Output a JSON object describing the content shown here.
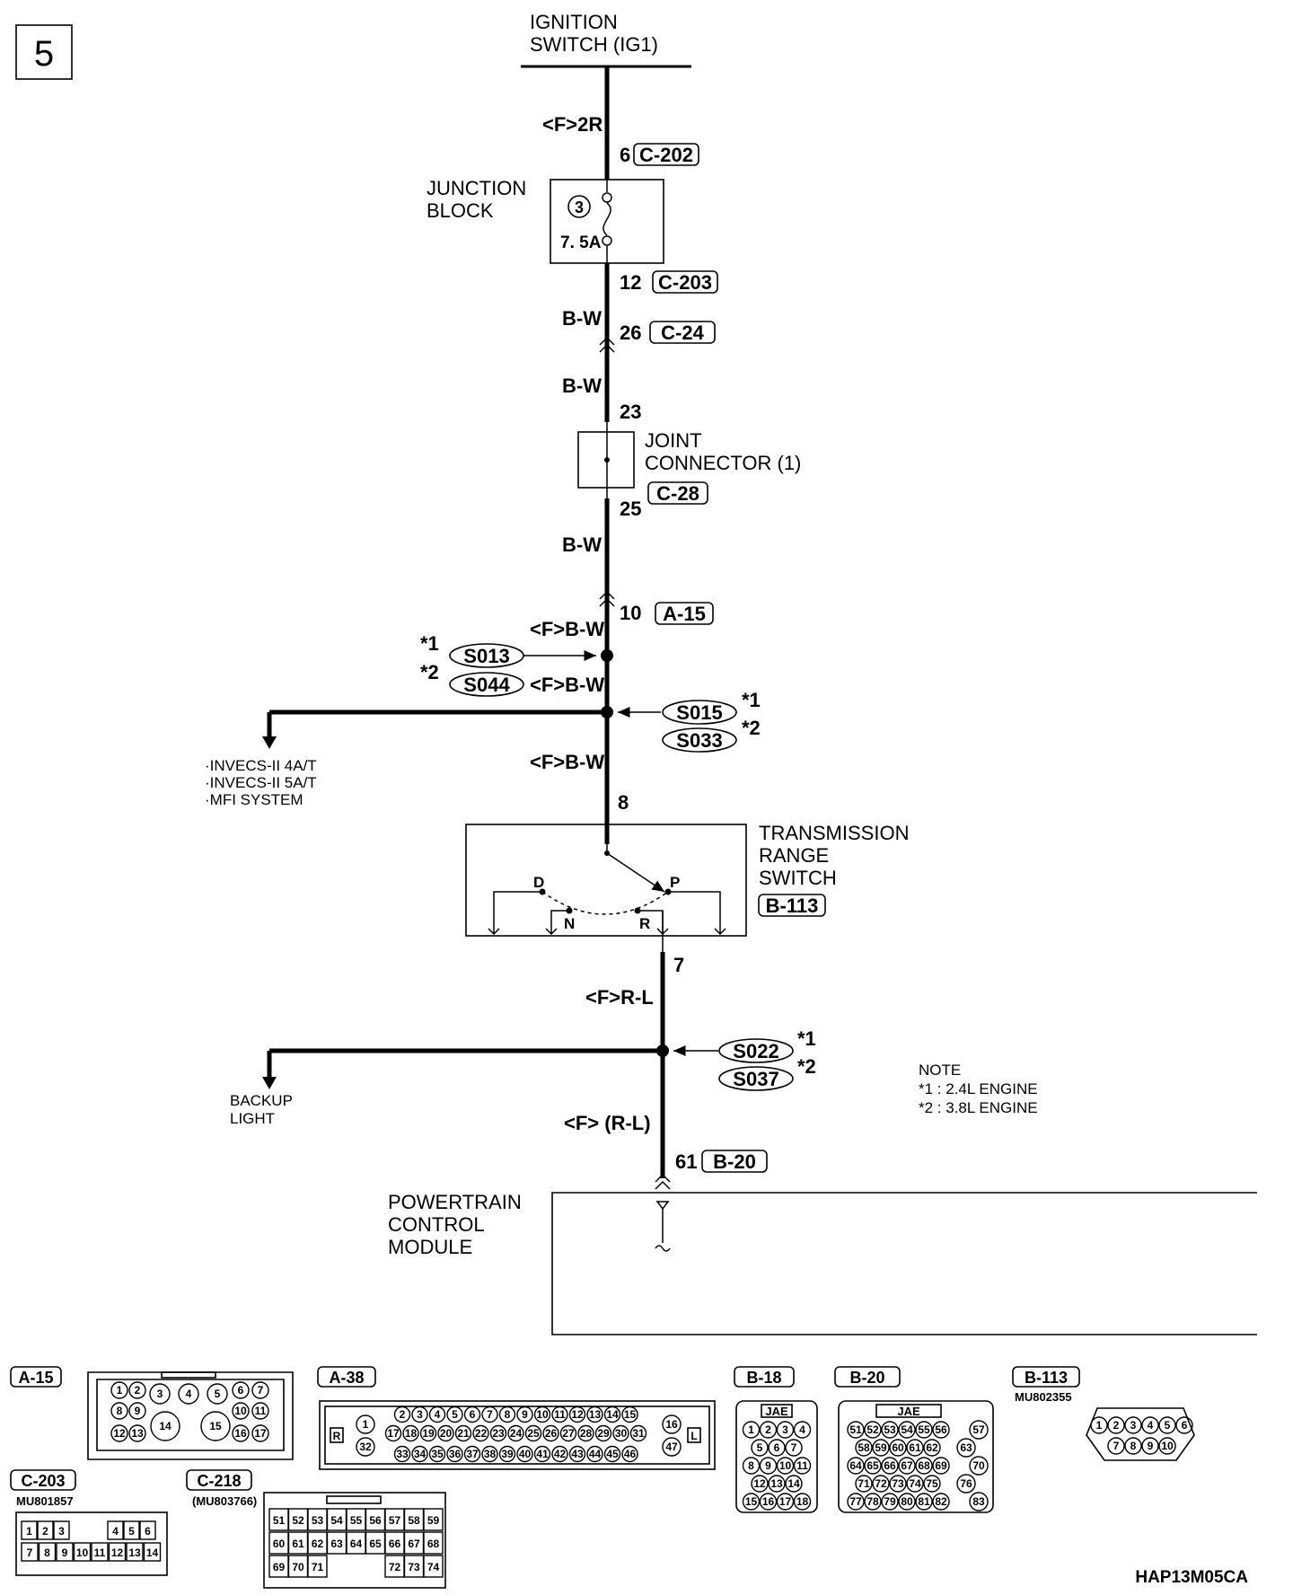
{
  "page_number": "5",
  "source": {
    "name": "IGNITION",
    "name2": "SWITCH (IG1)",
    "wire": "<F>2R"
  },
  "junction_block": {
    "label1": "JUNCTION",
    "label2": "BLOCK",
    "fuse_number": "3",
    "fuse_rating": "7. 5A",
    "in_pin": "6",
    "in_connector": "C-202",
    "out_pin": "12",
    "out_connector": "C-203"
  },
  "wire_bw_1": "B-W",
  "c24": {
    "pin": "26",
    "connector": "C-24"
  },
  "wire_bw_2": "B-W",
  "joint_connector": {
    "label1": "JOINT",
    "label2": "CONNECTOR (1)",
    "in_pin": "23",
    "out_pin": "25",
    "connector": "C-28"
  },
  "wire_bw_3": "B-W",
  "a15": {
    "pin": "10",
    "connector": "A-15"
  },
  "wire_fbw_1": "<F>B-W",
  "wire_fbw_2": "<F>B-W",
  "wire_fbw_3": "<F>B-W",
  "splices": {
    "s013": "S013",
    "s044": "S044",
    "s015": "S015",
    "s033": "S033",
    "s022": "S022",
    "s037": "S037",
    "ref1": "*1",
    "ref2": "*2"
  },
  "branch_1": {
    "line1": "·INVECS-II 4A/T",
    "line2": "·INVECS-II 5A/T",
    "line3": "·MFI SYSTEM"
  },
  "range_switch": {
    "label1": "TRANSMISSION",
    "label2": "RANGE",
    "label3": "SWITCH",
    "connector": "B-113",
    "in_pin": "8",
    "out_pin": "7",
    "positions": {
      "d": "D",
      "p": "P",
      "n": "N",
      "r": "R"
    }
  },
  "wire_frl": "<F>R-L",
  "branch_2": {
    "line1": "BACKUP",
    "line2": "LIGHT"
  },
  "note": {
    "title": "NOTE",
    "line1": "*1 : 2.4L ENGINE",
    "line2": "*2 : 3.8L ENGINE"
  },
  "wire_frl_2": "<F> (R-L)",
  "pcm": {
    "label1": "POWERTRAIN",
    "label2": "CONTROL",
    "label3": "MODULE",
    "pin": "61",
    "connector": "B-20"
  },
  "connector_views": {
    "a15": {
      "name": "A-15",
      "pins": [
        "1",
        "2",
        "3",
        "4",
        "5",
        "6",
        "7",
        "8",
        "9",
        "10",
        "11",
        "12",
        "13",
        "14",
        "15",
        "16",
        "17"
      ]
    },
    "a38": {
      "name": "A-38",
      "left_mark": "R",
      "right_mark": "L",
      "row1": [
        "2",
        "3",
        "4",
        "5",
        "6",
        "7",
        "8",
        "9",
        "10",
        "11",
        "12",
        "13",
        "14",
        "15"
      ],
      "row2": [
        "17",
        "18",
        "19",
        "20",
        "21",
        "22",
        "23",
        "24",
        "25",
        "26",
        "27",
        "28",
        "29",
        "30",
        "31"
      ],
      "row3": [
        "33",
        "34",
        "35",
        "36",
        "37",
        "38",
        "39",
        "40",
        "41",
        "42",
        "43",
        "44",
        "45",
        "46"
      ],
      "left_pins": [
        "1",
        "32"
      ],
      "right_pins": [
        "16",
        "47"
      ]
    },
    "b18": {
      "name": "B-18",
      "maker": "JAE",
      "rows": [
        [
          "1",
          "2",
          "3",
          "4"
        ],
        [
          "5",
          "6",
          "7"
        ],
        [
          "8",
          "9",
          "10",
          "11"
        ],
        [
          "12",
          "13",
          "14"
        ],
        [
          "15",
          "16",
          "17",
          "18"
        ]
      ]
    },
    "b20": {
      "name": "B-20",
      "maker": "JAE",
      "rows": [
        [
          "51",
          "52",
          "53",
          "54",
          "55",
          "56"
        ],
        [
          "58",
          "59",
          "60",
          "61",
          "62"
        ],
        [
          "64",
          "65",
          "66",
          "67",
          "68",
          "69"
        ],
        [
          "71",
          "72",
          "73",
          "74",
          "75"
        ],
        [
          "77",
          "78",
          "79",
          "80",
          "81",
          "82"
        ]
      ],
      "side_pins": [
        "57",
        "63",
        "70",
        "76",
        "83"
      ]
    },
    "b113": {
      "name": "B-113",
      "part": "MU802355",
      "row1": [
        "1",
        "2",
        "3",
        "4",
        "5",
        "6"
      ],
      "row2": [
        "7",
        "8",
        "9",
        "10"
      ]
    },
    "c203": {
      "name": "C-203",
      "part": "MU801857",
      "row1": [
        "1",
        "2",
        "3",
        "",
        "4",
        "5",
        "6"
      ],
      "row2": [
        "7",
        "8",
        "9",
        "10",
        "11",
        "12",
        "13",
        "14"
      ]
    },
    "c218": {
      "name": "C-218",
      "part": "(MU803766)",
      "row1": [
        "51",
        "52",
        "53",
        "54",
        "55",
        "56",
        "57",
        "58",
        "59"
      ],
      "row2": [
        "60",
        "61",
        "62",
        "63",
        "64",
        "65",
        "66",
        "67",
        "68"
      ],
      "row3": [
        "69",
        "70",
        "71",
        "",
        "",
        "",
        "72",
        "73",
        "74"
      ]
    }
  },
  "figure_code": "HAP13M05CA"
}
